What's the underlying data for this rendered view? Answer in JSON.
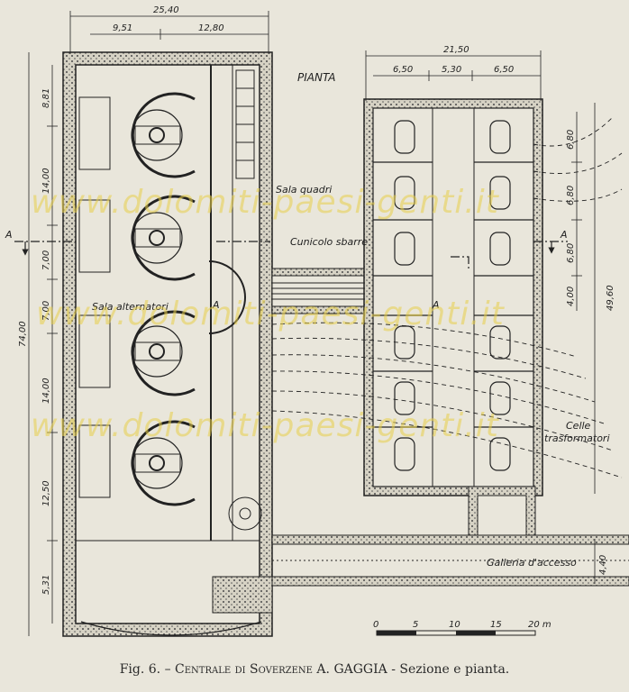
{
  "labels": {
    "pianta": "PIANTA",
    "sala_quadri": "Sala quadri",
    "cunicolo_sbarre": "Cunicolo sbarre",
    "sala_alternatori": "Sala alternatori",
    "celle_trasformatori_1": "Celle",
    "celle_trasformatori_2": "trasformatori",
    "galleria_accesso": "Galleria d'accesso",
    "section_a": "A"
  },
  "dimensions": {
    "top_total": "25,40",
    "top_left": "9,51",
    "top_right": "12,80",
    "right_total": "21,50",
    "right_1": "6,50",
    "right_2": "5,30",
    "right_3": "6,50",
    "left_total": "74,00",
    "left_1": "8,81",
    "left_2": "14,00",
    "left_3": "7,00",
    "left_4": "7,00",
    "left_5": "14,00",
    "left_6": "12,50",
    "left_7": "5,31",
    "r_1": "6,80",
    "r_2": "6,80",
    "r_3": "6,80",
    "r_4": "4,00",
    "r_total": "49,60",
    "gallery": "4,40"
  },
  "scale_bar": {
    "ticks": [
      "0",
      "5",
      "10",
      "15",
      "20 m"
    ]
  },
  "watermark": {
    "text_1": "www.dolomiti-paesi-genti.it",
    "text_2": "www.dolomiti-paesi-genti.it",
    "text_3": "www.dolomiti-paesi-genti.it"
  },
  "caption": {
    "prefix": "Fig. 6. – ",
    "title": "Centrale di Soverzene A. GAGGIA",
    "suffix": " - Sezione e pianta."
  }
}
